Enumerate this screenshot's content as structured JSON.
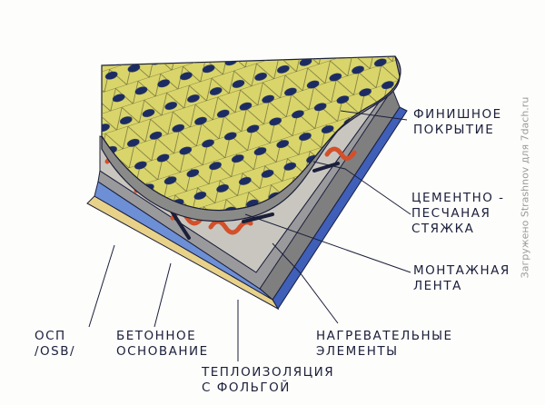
{
  "labels": {
    "finish": [
      "ФИНИШНОЕ",
      "ПОКРЫТИЕ"
    ],
    "screed": [
      "ЦЕМЕНТНО -",
      "ПЕСЧАНАЯ",
      "СТЯЖКА"
    ],
    "tape": [
      "МОНТАЖНАЯ",
      "ЛЕНТА"
    ],
    "heating": [
      "НАГРЕВАТЕЛЬНЫЕ",
      "ЭЛЕМЕНТЫ"
    ],
    "insulation": [
      "ТЕПЛОИЗОЛЯЦИЯ",
      "С ФОЛЬГОЙ"
    ],
    "concrete": [
      "БЕТОННОЕ",
      "ОСНОВАНИЕ"
    ],
    "osb": [
      "ОСП",
      "/OSB/"
    ]
  },
  "watermark": "Загружено Strashnov для 7dach.ru",
  "colors": {
    "finish": "#d9d56a",
    "screed": "#b9b6b0",
    "insulation": "#3f5fb8",
    "concrete": "#7f7f80",
    "osb": "#e8d28a",
    "heating": "#d2502a",
    "ink": "#1b1f3a"
  }
}
